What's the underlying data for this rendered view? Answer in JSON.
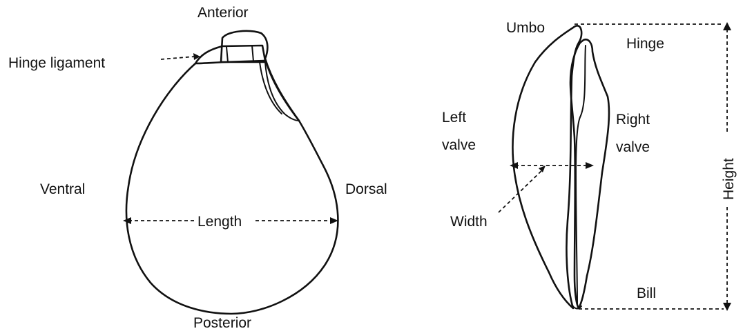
{
  "left_view": {
    "anterior": "Anterior",
    "hinge_ligament": "Hinge ligament",
    "ventral": "Ventral",
    "dorsal": "Dorsal",
    "length": "Length",
    "posterior": "Posterior"
  },
  "right_view": {
    "umbo": "Umbo",
    "hinge": "Hinge",
    "left_valve_line1": "Left",
    "left_valve_line2": "valve",
    "right_valve_line1": "Right",
    "right_valve_line2": "valve",
    "width": "Width",
    "height": "Height",
    "bill": "Bill"
  }
}
